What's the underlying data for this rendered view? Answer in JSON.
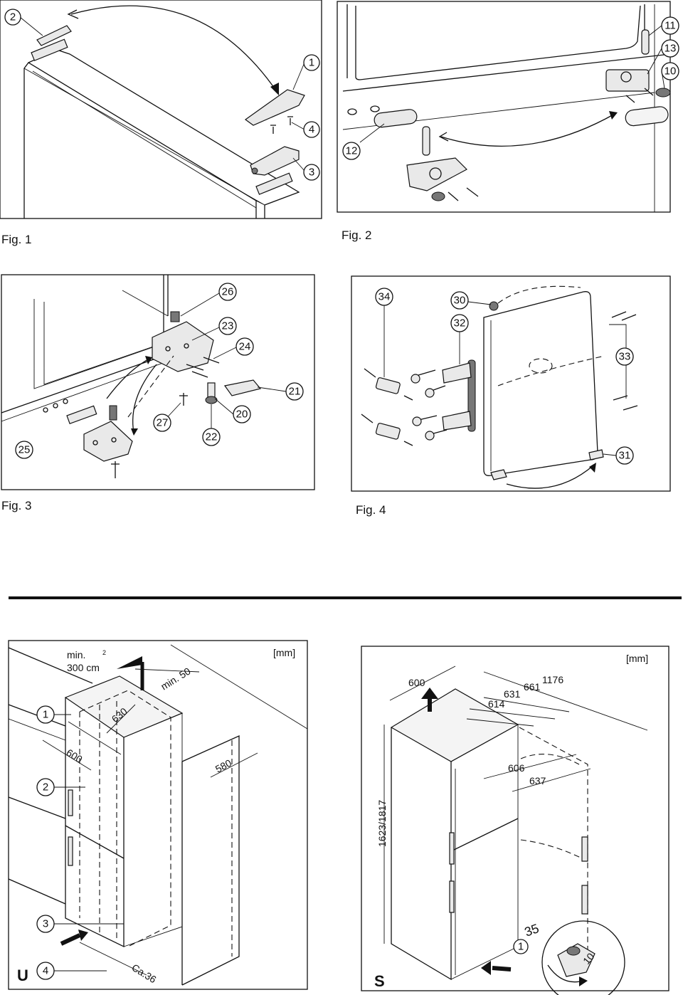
{
  "fig1": {
    "caption": "Fig. 1",
    "callouts": [
      "2",
      "1",
      "4",
      "3"
    ]
  },
  "fig2": {
    "caption": "Fig. 2",
    "callouts": [
      "11",
      "13",
      "10",
      "12"
    ]
  },
  "fig3": {
    "caption": "Fig. 3",
    "callouts": [
      "26",
      "23",
      "24",
      "21",
      "20",
      "27",
      "22",
      "25"
    ]
  },
  "fig4": {
    "caption": "Fig. 4",
    "callouts": [
      "34",
      "30",
      "32",
      "33",
      "31"
    ]
  },
  "figU": {
    "unit": "[mm]",
    "min_label": "min.",
    "min_area": "300 cm",
    "min_area_sup": "2",
    "min50": "min. 50",
    "dims": [
      "630",
      "600",
      "580",
      "Ca.36"
    ],
    "callouts": [
      "1",
      "2",
      "3",
      "4"
    ],
    "letter": "U"
  },
  "figS": {
    "unit": "[mm]",
    "dims": [
      "600",
      "1176",
      "661",
      "631",
      "614",
      "606",
      "637",
      "1623/1817",
      "35"
    ],
    "callouts": [
      "1",
      "10"
    ],
    "letter": "S"
  },
  "colors": {
    "line": "#111111",
    "part_fill": "#e9e9e9",
    "background": "#ffffff"
  }
}
